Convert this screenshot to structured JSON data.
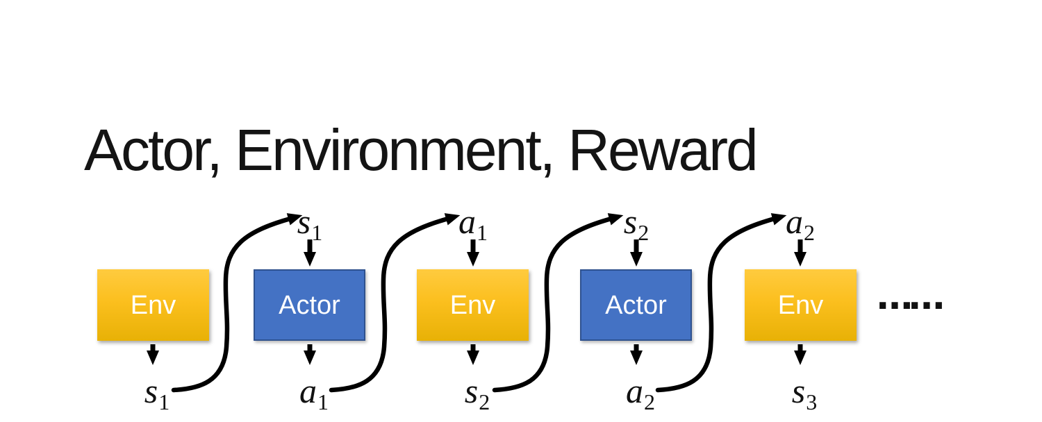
{
  "title": "Actor, Environment, Reward",
  "diagram": {
    "boxes": [
      {
        "label": "Env"
      },
      {
        "label": "Actor"
      },
      {
        "label": "Env"
      },
      {
        "label": "Actor"
      },
      {
        "label": "Env"
      }
    ],
    "top_labels": [
      {
        "base": "s",
        "sub": "1"
      },
      {
        "base": "a",
        "sub": "1"
      },
      {
        "base": "s",
        "sub": "2"
      },
      {
        "base": "a",
        "sub": "2"
      }
    ],
    "bottom_labels": [
      {
        "base": "s",
        "sub": "1"
      },
      {
        "base": "a",
        "sub": "1"
      },
      {
        "base": "s",
        "sub": "2"
      },
      {
        "base": "a",
        "sub": "2"
      },
      {
        "base": "s",
        "sub": "3"
      }
    ],
    "ellipsis": "……",
    "colors": {
      "title_text": "#141414",
      "env_top": "#FFCB3F",
      "env_bottom": "#E8B106",
      "actor_fill": "#4472C4",
      "actor_border": "#2F528F",
      "box_text": "#FFFFFF",
      "arrow": "#000000"
    }
  }
}
